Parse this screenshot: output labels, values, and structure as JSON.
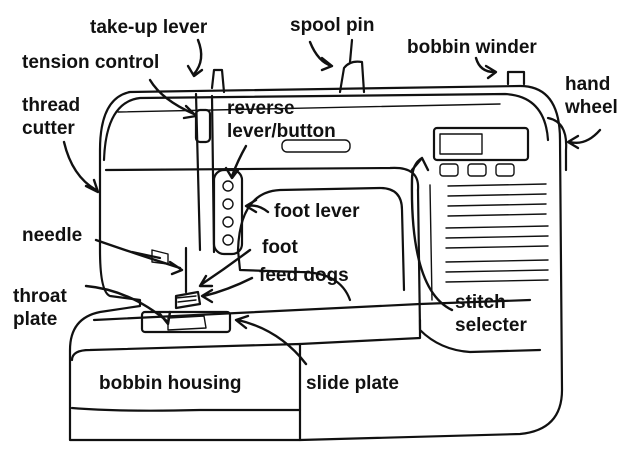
{
  "labels": {
    "take_up_lever": "take-up lever",
    "spool_pin": "spool pin",
    "bobbin_winder": "bobbin winder",
    "tension_control": "tension control",
    "hand_wheel_line1": "hand",
    "hand_wheel_line2": "wheel",
    "thread_cutter_line1": "thread",
    "thread_cutter_line2": "cutter",
    "reverse_line1": "reverse",
    "reverse_line2": "lever/button",
    "foot_lever": "foot lever",
    "needle": "needle",
    "foot": "foot",
    "feed_dogs": "feed dogs",
    "throat_plate_line1": "throat",
    "throat_plate_line2": "plate",
    "stitch_selecter_line1": "stitch",
    "stitch_selecter_line2": "selecter",
    "bobbin_housing": "bobbin housing",
    "slide_plate": "slide plate"
  },
  "ink_color": "#111111",
  "background_color": "#ffffff"
}
